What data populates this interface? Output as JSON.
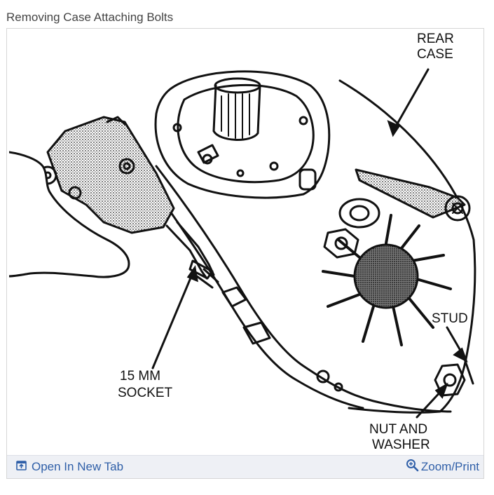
{
  "caption": "Removing Case Attaching Bolts",
  "figure": {
    "labels": {
      "rear_line1": "REAR",
      "rear_line2": "CASE",
      "stud": "STUD",
      "socket_line1": "15 MM",
      "socket_line2": "SOCKET",
      "nut_line1": "NUT AND",
      "nut_line2": "WASHER"
    }
  },
  "toolbar": {
    "open_label": "Open In New Tab",
    "open_icon": "open-in-new-tab-icon",
    "zoom_label": "Zoom/Print",
    "zoom_icon": "magnifier-plus-icon"
  },
  "colors": {
    "link": "#2f5fa8",
    "toolbar_bg": "#eef0f5",
    "caption": "#444444",
    "line_art": "#111111"
  }
}
